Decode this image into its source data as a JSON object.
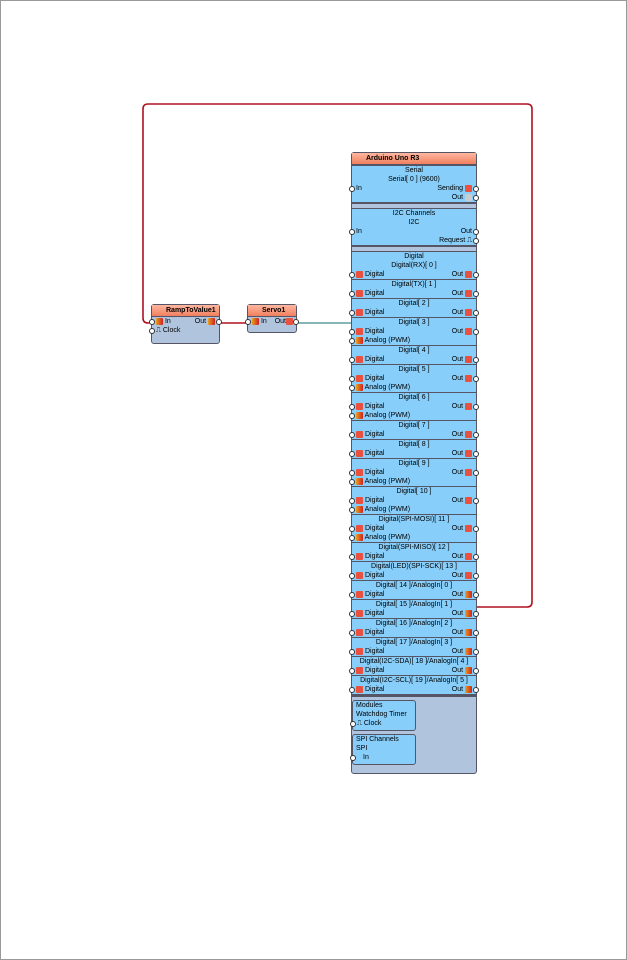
{
  "ramp": {
    "title": "RampToValue1",
    "in": "In",
    "clock": "Clock",
    "out": "Out"
  },
  "servo": {
    "title": "Servo1",
    "in": "In",
    "out": "Out"
  },
  "arduino": {
    "title": "Arduino Uno R3",
    "serial": {
      "section": "Serial",
      "title": "Serial[ 0 ] (9600)",
      "in": "In",
      "sending": "Sending",
      "out": "Out"
    },
    "i2c": {
      "section": "I2C Channels",
      "title": "I2C",
      "in": "In",
      "out": "Out",
      "request": "Request"
    },
    "digital_section": "Digital",
    "pins": [
      {
        "title": "Digital(RX)[ 0 ]",
        "pwm": false
      },
      {
        "title": "Digital(TX)[ 1 ]",
        "pwm": false
      },
      {
        "title": "Digital[ 2 ]",
        "pwm": false
      },
      {
        "title": "Digital[ 3 ]",
        "pwm": true
      },
      {
        "title": "Digital[ 4 ]",
        "pwm": false
      },
      {
        "title": "Digital[ 5 ]",
        "pwm": true
      },
      {
        "title": "Digital[ 6 ]",
        "pwm": true
      },
      {
        "title": "Digital[ 7 ]",
        "pwm": false
      },
      {
        "title": "Digital[ 8 ]",
        "pwm": false
      },
      {
        "title": "Digital[ 9 ]",
        "pwm": true
      },
      {
        "title": "Digital[ 10 ]",
        "pwm": true
      },
      {
        "title": "Digital(SPI-MOSI)[ 11 ]",
        "pwm": true
      },
      {
        "title": "Digital(SPI-MISO)[ 12 ]",
        "pwm": false
      },
      {
        "title": "Digital(LED)(SPI-SCK)[ 13 ]",
        "pwm": false
      },
      {
        "title": "Digital[ 14 ]/AnalogIn[ 0 ]",
        "pwm": false
      },
      {
        "title": "Digital[ 15 ]/AnalogIn[ 1 ]",
        "pwm": false
      },
      {
        "title": "Digital[ 16 ]/AnalogIn[ 2 ]",
        "pwm": false
      },
      {
        "title": "Digital[ 17 ]/AnalogIn[ 3 ]",
        "pwm": false
      },
      {
        "title": "Digital(I2C-SDA)[ 18 ]/AnalogIn[ 4 ]",
        "pwm": false
      },
      {
        "title": "Digital(I2C-SCL)[ 19 ]/AnalogIn[ 5 ]",
        "pwm": false
      }
    ],
    "digital_label": "Digital",
    "analog_label": "Analog (PWM)",
    "out_label": "Out",
    "modules": {
      "section": "Modules",
      "watchdog": "Watchdog Timer",
      "clock": "Clock"
    },
    "spi": {
      "section": "SPI Channels",
      "title": "SPI",
      "in": "In"
    }
  },
  "colors": {
    "wire_red": "#b01020",
    "wire_teal": "#5f9ea0"
  }
}
